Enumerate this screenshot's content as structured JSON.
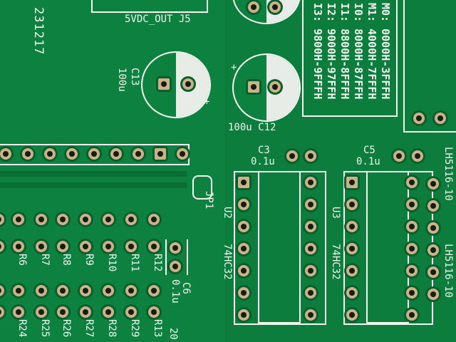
{
  "left_board": {
    "date_code": "231217",
    "connector": "5VDC_OUT  J5",
    "c13": {
      "ref": "C13",
      "value": "100u",
      "plus": "+"
    },
    "jumper": "JP1",
    "c6": {
      "ref": "C6",
      "value": "0.1u"
    },
    "resistors_top": [
      "R6",
      "R7",
      "R8",
      "R9",
      "R10",
      "R11",
      "R12"
    ],
    "resistors_bottom": [
      "R24",
      "R25",
      "R26",
      "R27",
      "R28",
      "R29",
      "R13"
    ],
    "edge_label": "20"
  },
  "right_board": {
    "c12": {
      "ref": "C12",
      "value": "100u",
      "plus": "+"
    },
    "memory_map": [
      "M0: 0000H-3FFFH",
      "M1: 4000H-7FFFH",
      "I0: 8000H-87FFH",
      "I1: 8800H-8FFFH",
      "I2: 9000H-97FFH",
      "I3: 9800H-9FFFH"
    ],
    "c3": {
      "ref": "C3",
      "value": "0.1u"
    },
    "c5": {
      "ref": "C5",
      "value": "0.1u"
    },
    "u2": {
      "ref": "U2",
      "part": "74HC32"
    },
    "u3": {
      "ref": "U3",
      "part": "74HC32"
    },
    "display_1": "LH5116-10",
    "display_2": "LH5116-10"
  },
  "colors": {
    "solder_mask": "#0d8240",
    "silkscreen": "#f2f5f0",
    "pad": "#c9b48a"
  }
}
